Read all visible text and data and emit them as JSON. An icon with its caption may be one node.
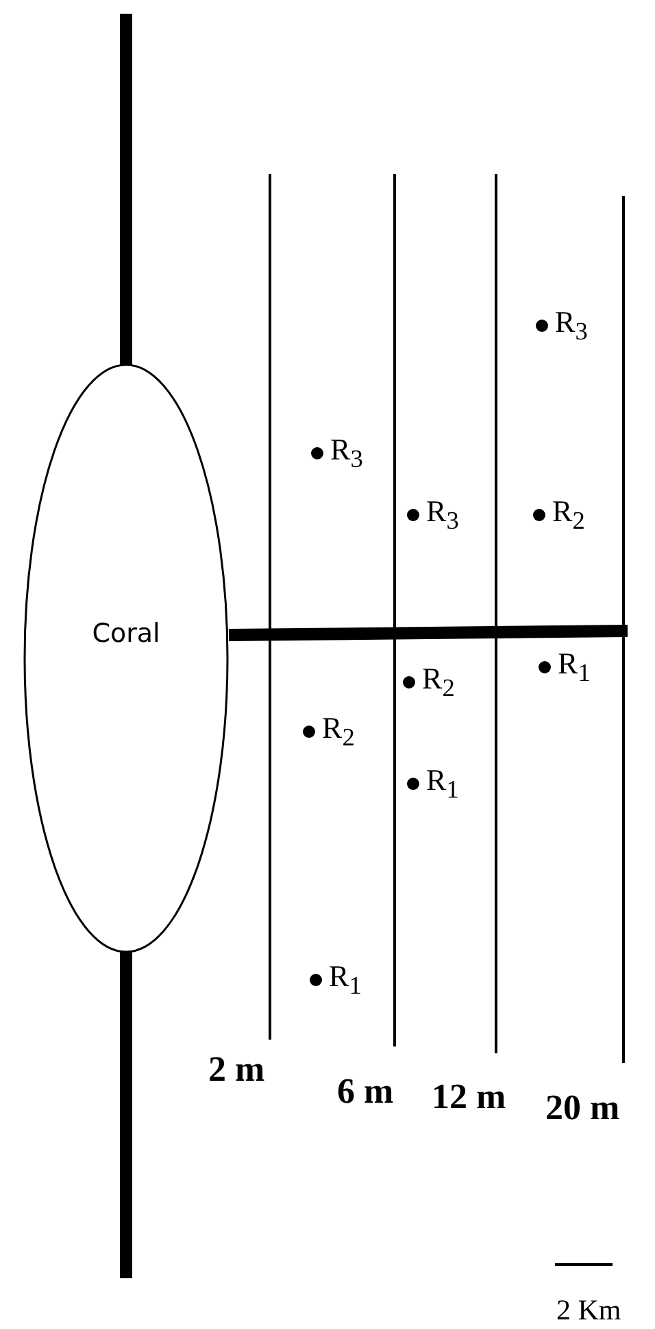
{
  "diagram": {
    "nodes": [
      {
        "text": [
          "Coral"
        ]
      }
    ],
    "labels": [
      "R$_{3}$",
      "R$_{3}$",
      "R$_{3}$",
      "R$_{2}$",
      "R$_{1}$",
      "R$_{2}$",
      "R$_{2}$",
      "R$_{1}$",
      "R$_{1}$",
      "2 m",
      "6 m",
      "12 m",
      "20 m",
      "2 Km"
    ]
  }
}
